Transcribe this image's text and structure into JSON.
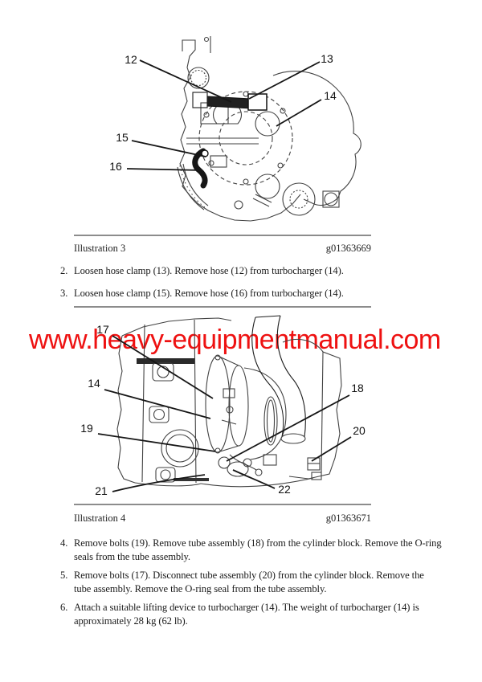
{
  "watermark": {
    "text": "www.heavy-equipmentmanual.com",
    "color": "#ee1111"
  },
  "figure1": {
    "caption": "Illustration 3",
    "code": "g01363669",
    "callouts": [
      "12",
      "13",
      "14",
      "15",
      "16"
    ]
  },
  "figure2": {
    "caption": "Illustration 4",
    "code": "g01363671",
    "callouts": [
      "17",
      "14",
      "19",
      "18",
      "20",
      "21",
      "22"
    ]
  },
  "steps": [
    {
      "num": "2.",
      "lines": [
        "Loosen hose clamp (13). Remove hose (12) from turbocharger (14)."
      ]
    },
    {
      "num": "3.",
      "lines": [
        "Loosen hose clamp (15). Remove hose (16) from turbocharger (14)."
      ]
    },
    {
      "num": "4.",
      "lines": [
        "Remove bolts (19). Remove tube assembly (18) from the cylinder block. Remove the O-ring",
        "seals from the tube assembly."
      ]
    },
    {
      "num": "5.",
      "lines": [
        "Remove bolts (17). Disconnect tube assembly (20) from the cylinder block. Remove the",
        "tube assembly. Remove the O-ring seal from the tube assembly."
      ]
    },
    {
      "num": "6.",
      "lines": [
        "Attach a suitable lifting device to turbocharger (14). The weight of turbocharger (14) is",
        "approximately 28 kg (62 lb)."
      ]
    }
  ]
}
